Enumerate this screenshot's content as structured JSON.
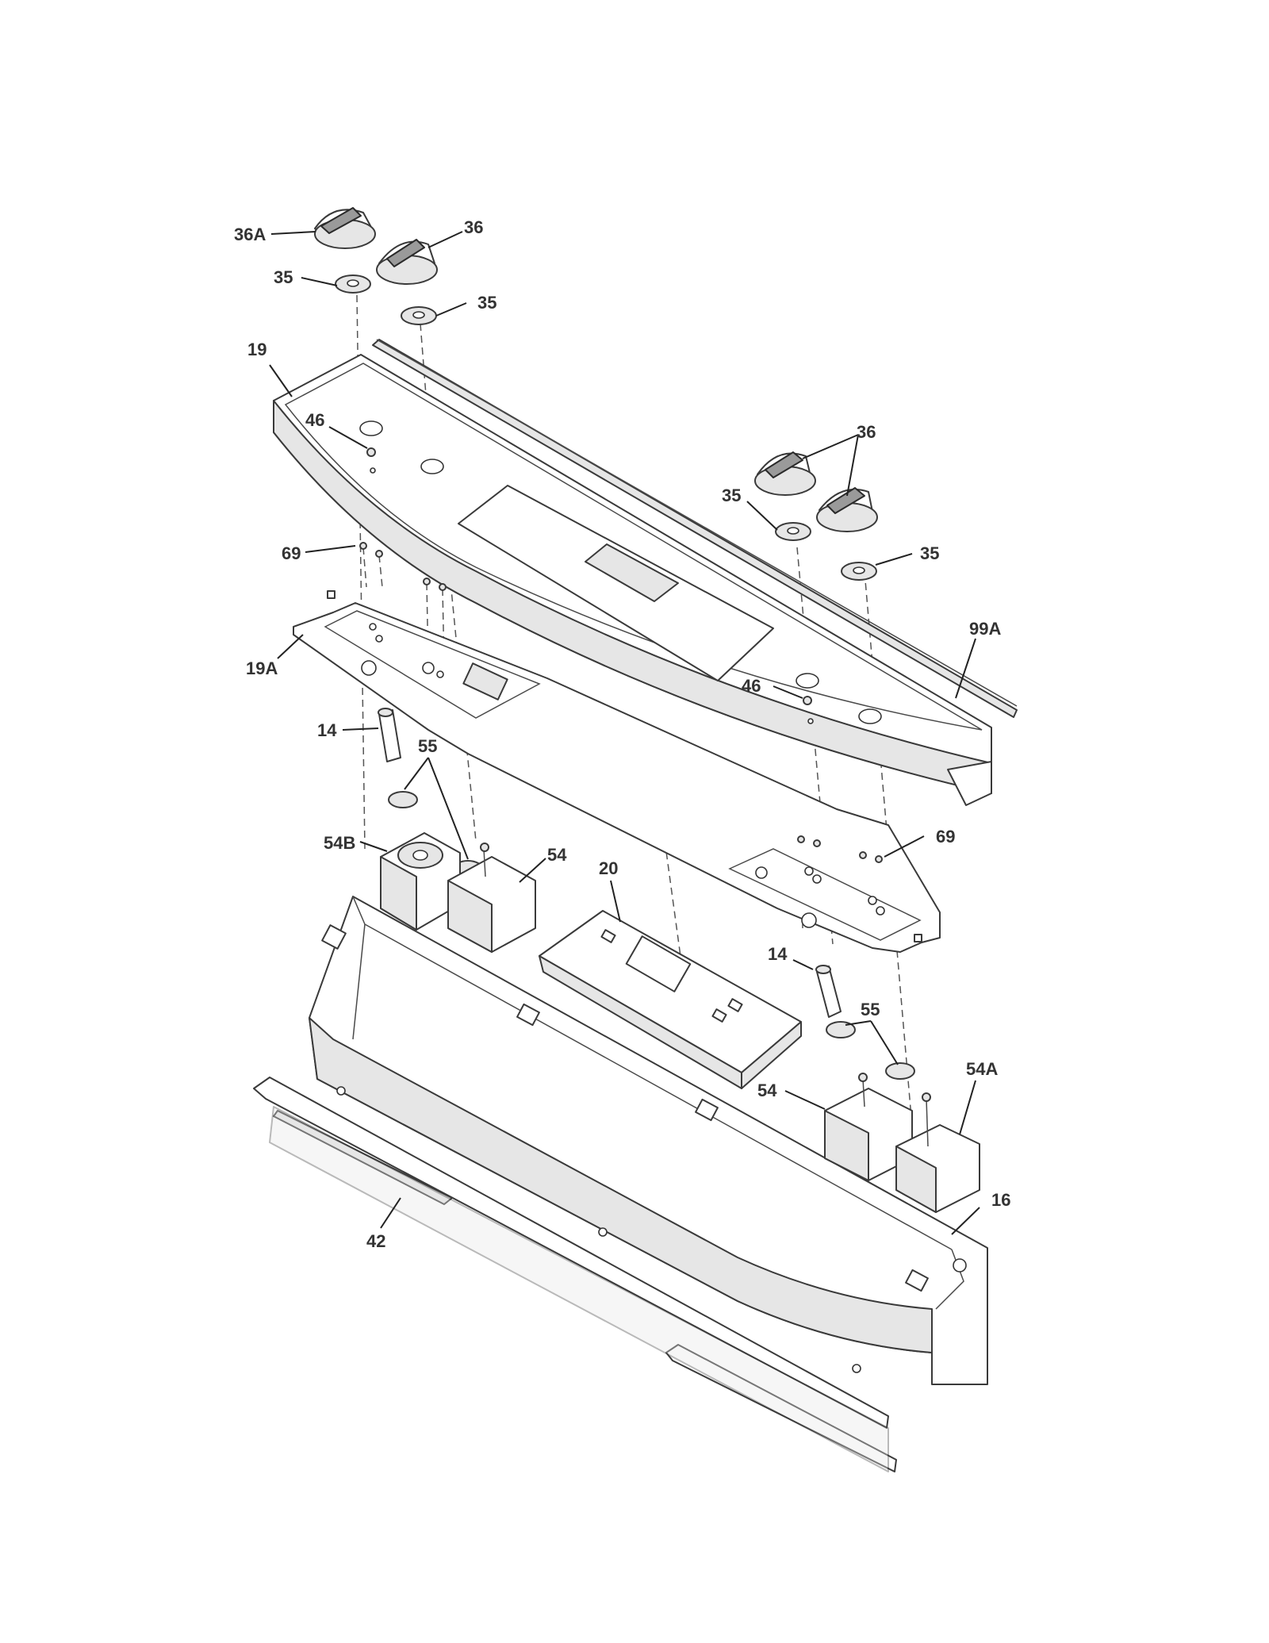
{
  "diagram": {
    "callouts": {
      "c36a": "36A",
      "c36_top": "36",
      "c35_tl": "35",
      "c35_tc": "35",
      "c19": "19",
      "c46_l": "46",
      "c36_right": "36",
      "c35_rl": "35",
      "c35_rr": "35",
      "c69_l": "69",
      "c99a": "99A",
      "c19a": "19A",
      "c46_r": "46",
      "c14_l": "14",
      "c55_l": "55",
      "c54b": "54B",
      "c54_l": "54",
      "c69_r": "69",
      "c20": "20",
      "c14_r": "14",
      "c55_r": "55",
      "c54a": "54A",
      "c54_r": "54",
      "c16": "16",
      "c42": "42"
    }
  }
}
